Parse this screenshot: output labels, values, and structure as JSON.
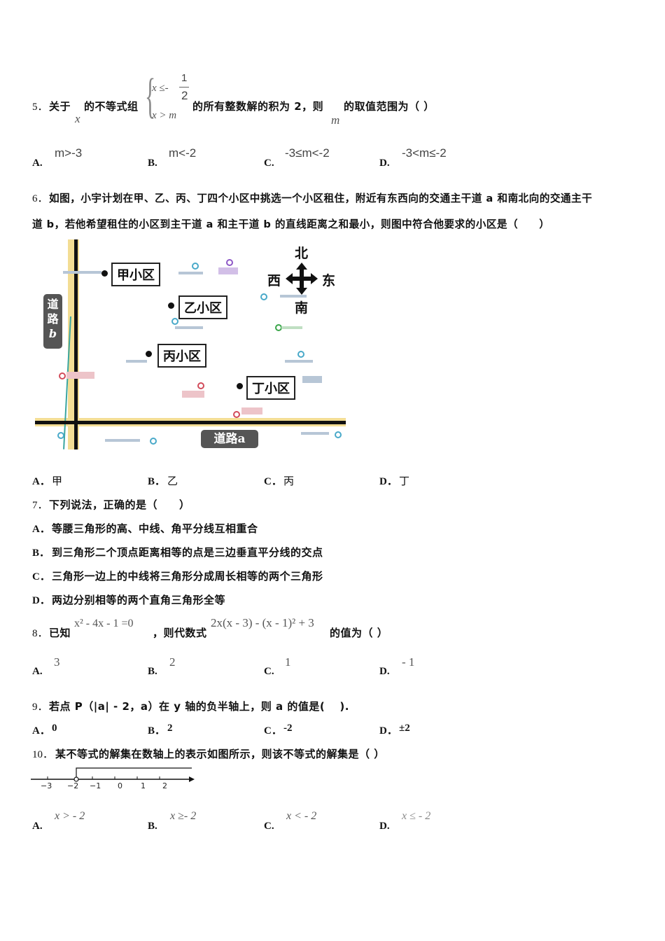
{
  "q5": {
    "number": "5．",
    "text_a": "关于",
    "var_x": "x",
    "text_b": "的不等式组",
    "sys_line1_a": "x ≤- ",
    "sys_frac_num": "1",
    "sys_frac_den": "2",
    "sys_line2": "x > m",
    "text_c": "的所有整数解的积为 2，则",
    "var_m": "m",
    "text_d": "的取值范围为（ ）",
    "options": [
      {
        "letter": "A.",
        "math": "m>-3"
      },
      {
        "letter": "B.",
        "math": "m<-2"
      },
      {
        "letter": "C.",
        "math": "-3≤m<-2"
      },
      {
        "letter": "D.",
        "math": "-3<m≤-2"
      }
    ]
  },
  "q6": {
    "number": "6．",
    "line1": "如图，小宇计划在甲、乙、丙、丁四个小区中挑选一个小区租住，附近有东西向的交通主干道 a 和南北向的交通主干",
    "line2": "道 b，若他希望租住的小区到主干道 a 和主干道 b 的直线距离之和最小，则图中符合他要求的小区是（　　）",
    "map": {
      "communities": [
        "甲小区",
        "乙小区",
        "丙小区",
        "丁小区"
      ],
      "road_a_label": "道路a",
      "road_b_label_1": "道",
      "road_b_label_2": "路",
      "road_b_label_3": "b",
      "compass": {
        "north": "北",
        "south": "南",
        "west": "西",
        "east": "东"
      },
      "road_color": "#f3dd94"
    },
    "options": [
      {
        "letter": "A．",
        "text": "甲"
      },
      {
        "letter": "B．",
        "text": "乙"
      },
      {
        "letter": "C．",
        "text": "丙"
      },
      {
        "letter": "D．",
        "text": "丁"
      }
    ]
  },
  "q7": {
    "number": "7．",
    "text": "下列说法，正确的是（　　）",
    "options": [
      {
        "letter": "A．",
        "text": "等腰三角形的高、中线、角平分线互相重合"
      },
      {
        "letter": "B．",
        "text": "到三角形二个顶点距离相等的点是三边垂直平分线的交点"
      },
      {
        "letter": "C．",
        "text": "三角形一边上的中线将三角形分成周长相等的两个三角形"
      },
      {
        "letter": "D．",
        "text": "两边分别相等的两个直角三角形全等"
      }
    ]
  },
  "q8": {
    "number": "8．",
    "text_a": "已知",
    "eq1": "x² - 4x - 1 =0",
    "text_b": "，则代数式",
    "eq2": "2x(x - 3) - (x - 1)² + 3",
    "text_c": "的值为（ ）",
    "options": [
      {
        "letter": "A.",
        "math": "3"
      },
      {
        "letter": "B.",
        "math": "2"
      },
      {
        "letter": "C.",
        "math": "1"
      },
      {
        "letter": "D.",
        "math": "- 1"
      }
    ]
  },
  "q9": {
    "number": "9．",
    "text": "若点 P（|a| - 2，a）在 y 轴的负半轴上，则 a 的值是(　 ).",
    "options": [
      {
        "letter": "A．",
        "text": "0"
      },
      {
        "letter": "B．",
        "text": "2"
      },
      {
        "letter": "C．",
        "text": "-2"
      },
      {
        "letter": "D．",
        "text": "±2"
      }
    ]
  },
  "q10": {
    "number": "10．",
    "text": "某不等式的解集在数轴上的表示如图所示，则该不等式的解集是（ ）",
    "number_line": {
      "ticks": [
        "−3",
        "−2",
        "−1",
        "0",
        "1",
        "2"
      ],
      "open_point": "−2",
      "direction": "right"
    },
    "options": [
      {
        "letter": "A.",
        "math": "x > - 2"
      },
      {
        "letter": "B.",
        "math": "x ≥- 2"
      },
      {
        "letter": "C.",
        "math": "x < - 2"
      },
      {
        "letter": "D.",
        "math": "x ≤ - 2"
      }
    ]
  }
}
